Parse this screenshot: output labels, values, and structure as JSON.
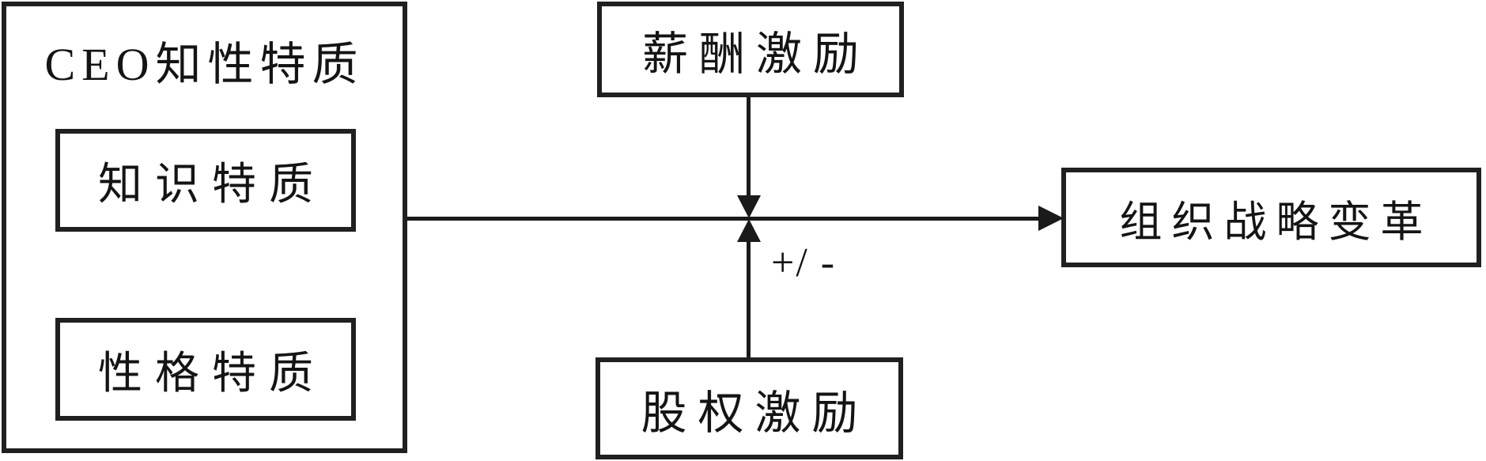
{
  "figure": {
    "type": "diagram",
    "background": "#ffffff",
    "stroke_color": "#1a1a1a",
    "text_color": "#141414",
    "nodes": {
      "ceo_group": {
        "label": "CEO知性特质"
      },
      "knowledge": {
        "label": "知识特质"
      },
      "personality": {
        "label": "性格特质"
      },
      "salary": {
        "label": "薪酬激励"
      },
      "equity": {
        "label": "股权激励"
      },
      "strategic_change": {
        "label": "组织战略变革"
      }
    },
    "moderation_sign": "+/ -",
    "edges": [
      {
        "from": "ceo_group",
        "to": "strategic_change",
        "style": "arrow-right"
      },
      {
        "from": "salary",
        "to": "main-arrow",
        "style": "arrow-down-moderator"
      },
      {
        "from": "equity",
        "to": "main-arrow",
        "style": "arrow-up-moderator"
      }
    ]
  }
}
